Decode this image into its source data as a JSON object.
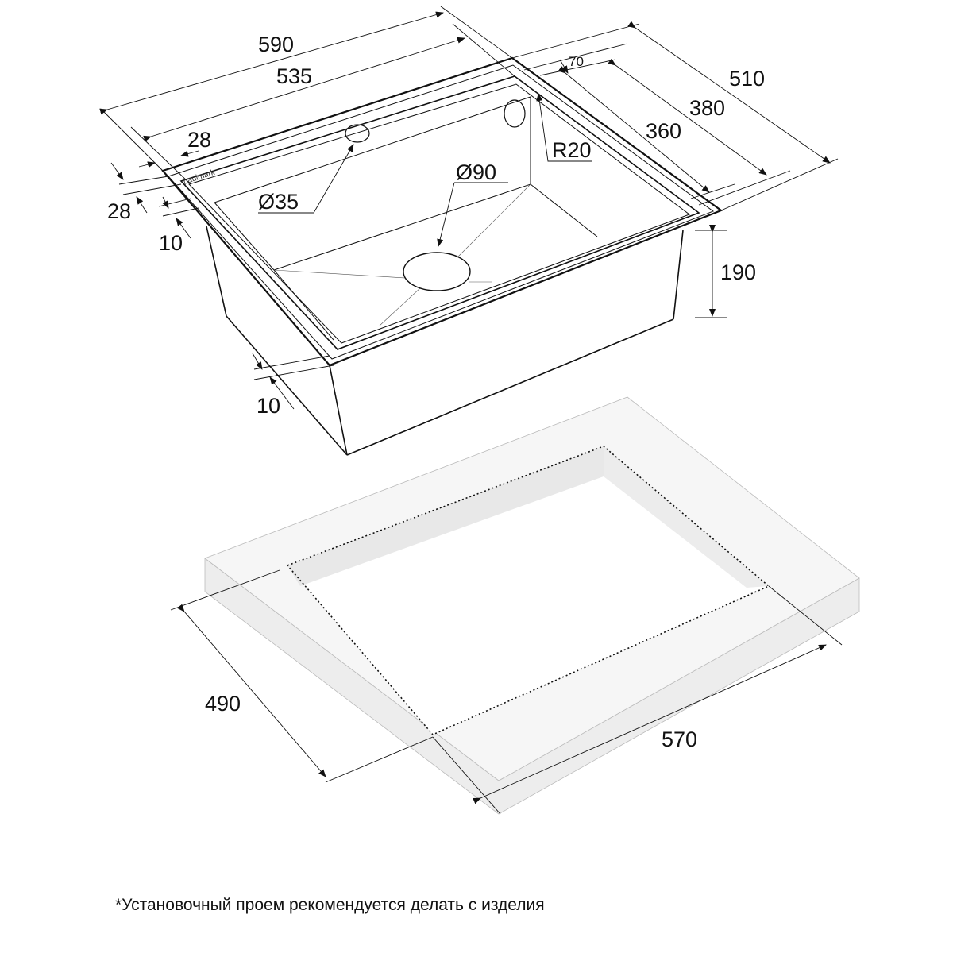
{
  "title": "Sink dimensions drawing",
  "brand_logo": "paulmark",
  "dimensions": {
    "overall_width": "590",
    "bowl_width": "535",
    "rim_left": "28",
    "rim_front": "28",
    "edge_left": "10",
    "edge_front": "10",
    "tap_hole_diameter": "Ø35",
    "drain_diameter": "Ø90",
    "corner_radius": "R20",
    "back_ledge": "70",
    "overall_depth": "510",
    "bowl_depth_outer": "380",
    "bowl_depth_inner": "360",
    "bowl_height": "190",
    "cutout_depth": "490",
    "cutout_width": "570"
  },
  "footnote": "*Установочный проем рекомендуется делать с изделия",
  "colors": {
    "line": "#111111",
    "countertop_face": "#f4f4f4",
    "countertop_inner": "#e9e9e9"
  }
}
